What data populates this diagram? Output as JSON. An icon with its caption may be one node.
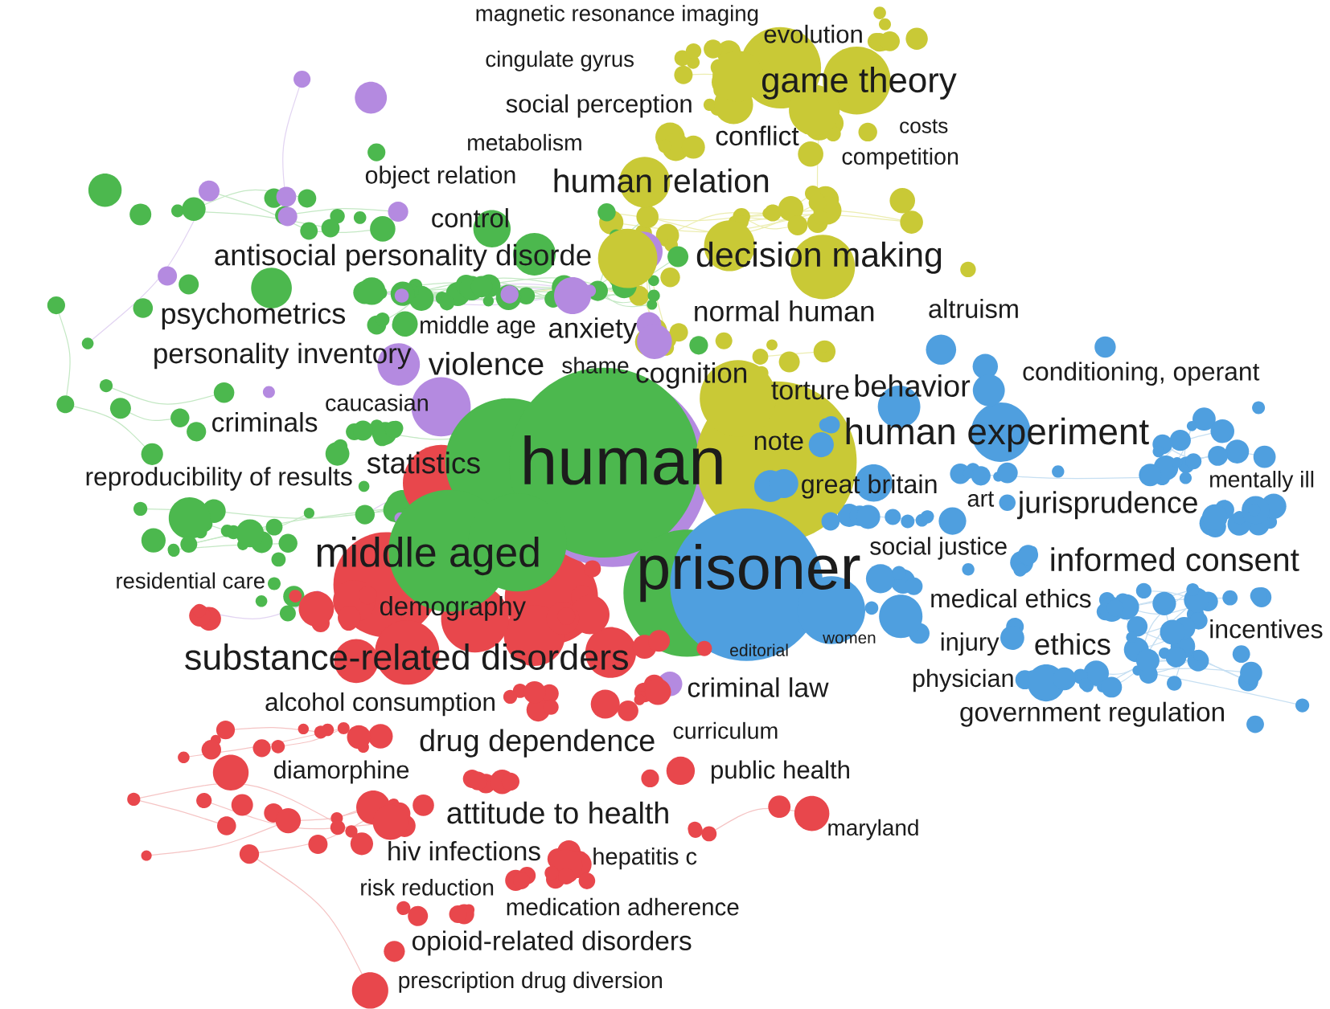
{
  "diagram": {
    "labels": [
      "magnetic resonance imaging",
      "evolution",
      "cingulate gyrus",
      "game theory",
      "social perception",
      "costs",
      "conflict",
      "metabolism",
      "competition",
      "object relation",
      "human relation",
      "control",
      "antisocial personality disorde",
      "decision making",
      "altruism",
      "normal human",
      "psychometrics",
      "middle age",
      "anxiety",
      "personality inventory",
      "violence",
      "shame",
      "conditioning, operant",
      "cognition",
      "behavior",
      "torture",
      "caucasian",
      "criminals",
      "human experiment",
      "note",
      "human",
      "statistics",
      "reproducibility of results",
      "mentally ill",
      "great britain",
      "art",
      "jurisprudence",
      "social justice",
      "middle aged",
      "informed consent",
      "prisoner",
      "residential care",
      "medical ethics",
      "demography",
      "incentives",
      "women",
      "injury",
      "ethics",
      "editorial",
      "substance-related disorders",
      "physician",
      "criminal law",
      "alcohol consumption",
      "government regulation",
      "curriculum",
      "drug dependence",
      "diamorphine",
      "public health",
      "attitude to health",
      "maryland",
      "hiv infections",
      "hepatitis c",
      "risk reduction",
      "medication adherence",
      "opioid-related disorders",
      "prescription drug diversion"
    ]
  }
}
